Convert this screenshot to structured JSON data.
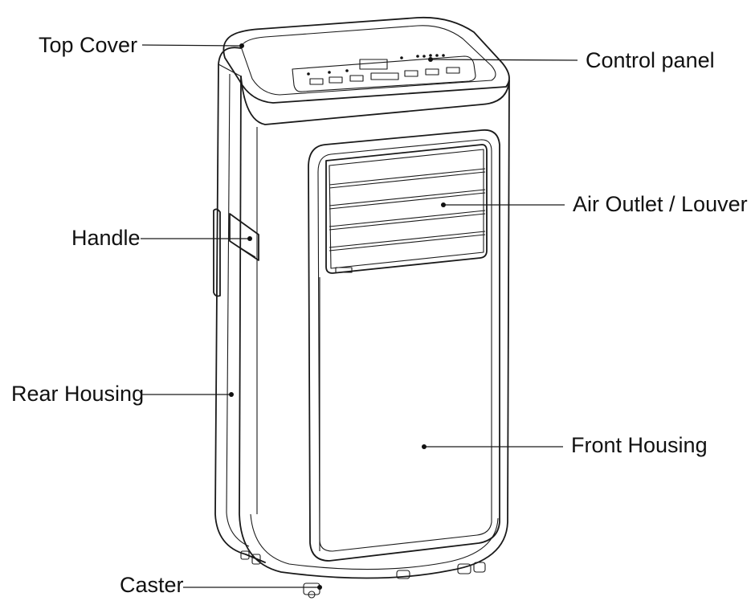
{
  "callouts": {
    "top_cover": "Top Cover",
    "control_panel": "Control panel",
    "handle": "Handle",
    "air_outlet": "Air Outlet / Louver",
    "rear_housing": "Rear Housing",
    "front_housing": "Front Housing",
    "caster": "Caster"
  },
  "colors": {
    "line": "#1a1a1a",
    "background": "#ffffff"
  }
}
